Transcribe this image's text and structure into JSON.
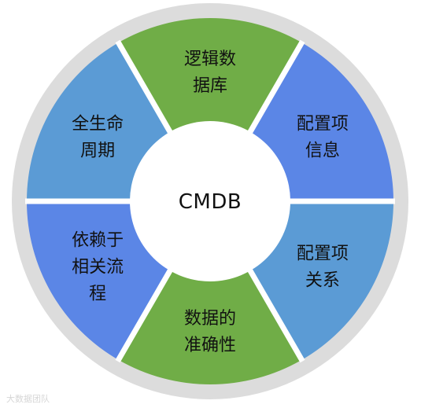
{
  "center": {
    "label": "CMDB"
  },
  "segments": [
    {
      "id": "logical-data-store",
      "lines": [
        "逻辑数",
        "据库"
      ],
      "color": "#70ad47"
    },
    {
      "id": "ci-info",
      "lines": [
        "配置项",
        "信息"
      ],
      "color": "#5b86e6"
    },
    {
      "id": "ci-relations",
      "lines": [
        "配置项",
        "关系"
      ],
      "color": "#5b9bd5"
    },
    {
      "id": "data-accuracy",
      "lines": [
        "数据的",
        "准确性"
      ],
      "color": "#70ad47"
    },
    {
      "id": "dependent-processes",
      "lines": [
        "依赖于",
        "相关流",
        "程"
      ],
      "color": "#5b86e6"
    },
    {
      "id": "full-lifecycle",
      "lines": [
        "全生命",
        "周期"
      ],
      "color": "#5b9bd5"
    }
  ],
  "watermark": {
    "text": "大数据团队"
  },
  "colors": {
    "outer_ring": "#dcdcdc",
    "inner_circle": "#ffffff",
    "gap": "#ffffff"
  }
}
